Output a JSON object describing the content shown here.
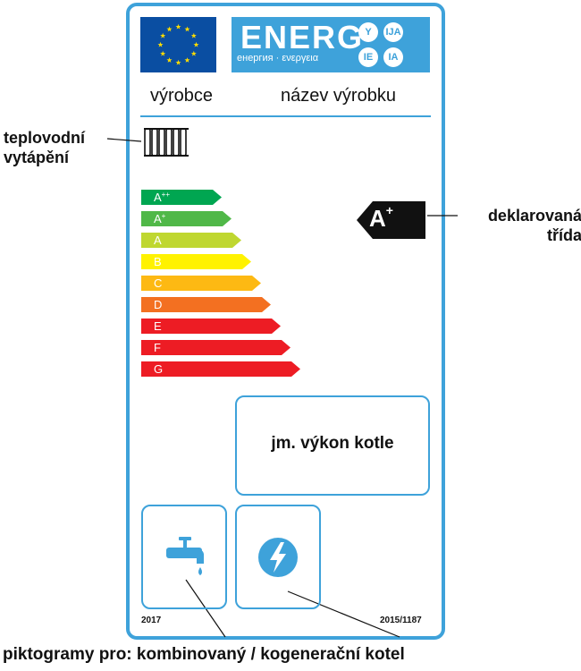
{
  "header": {
    "brand": "ENERG",
    "subtitle": "енергия · ενεργεια",
    "suffixes": [
      "Y",
      "IJA",
      "IE",
      "IA"
    ],
    "supplier": "výrobce",
    "model": "název výrobku"
  },
  "callouts": {
    "heating_line1": "teplovodní",
    "heating_line2": "vytápění",
    "class_line1": "deklarovaná",
    "class_line2": "třída",
    "pictograms": "piktogramy pro: kombinovaný / kogenerační kotel"
  },
  "scale": {
    "classes": [
      "A++",
      "A+",
      "A",
      "B",
      "C",
      "D",
      "E",
      "F",
      "G"
    ],
    "colors": [
      "#00a651",
      "#50b848",
      "#bfd730",
      "#fff200",
      "#fdb913",
      "#f37021",
      "#ed1c24",
      "#ed1c24",
      "#ed1c24"
    ]
  },
  "declared": {
    "letter": "A",
    "sup": "+",
    "color": "#111111"
  },
  "output_box": {
    "text": "jm. výkon kotle"
  },
  "footer": {
    "year": "2017",
    "regulation": "2015/1187"
  },
  "pictogram_icons": [
    "water-tap-icon",
    "electricity-icon"
  ],
  "colors": {
    "frame": "#3ea2da",
    "eu_blue": "#0a4ea2",
    "eu_star": "#ffdd00"
  }
}
